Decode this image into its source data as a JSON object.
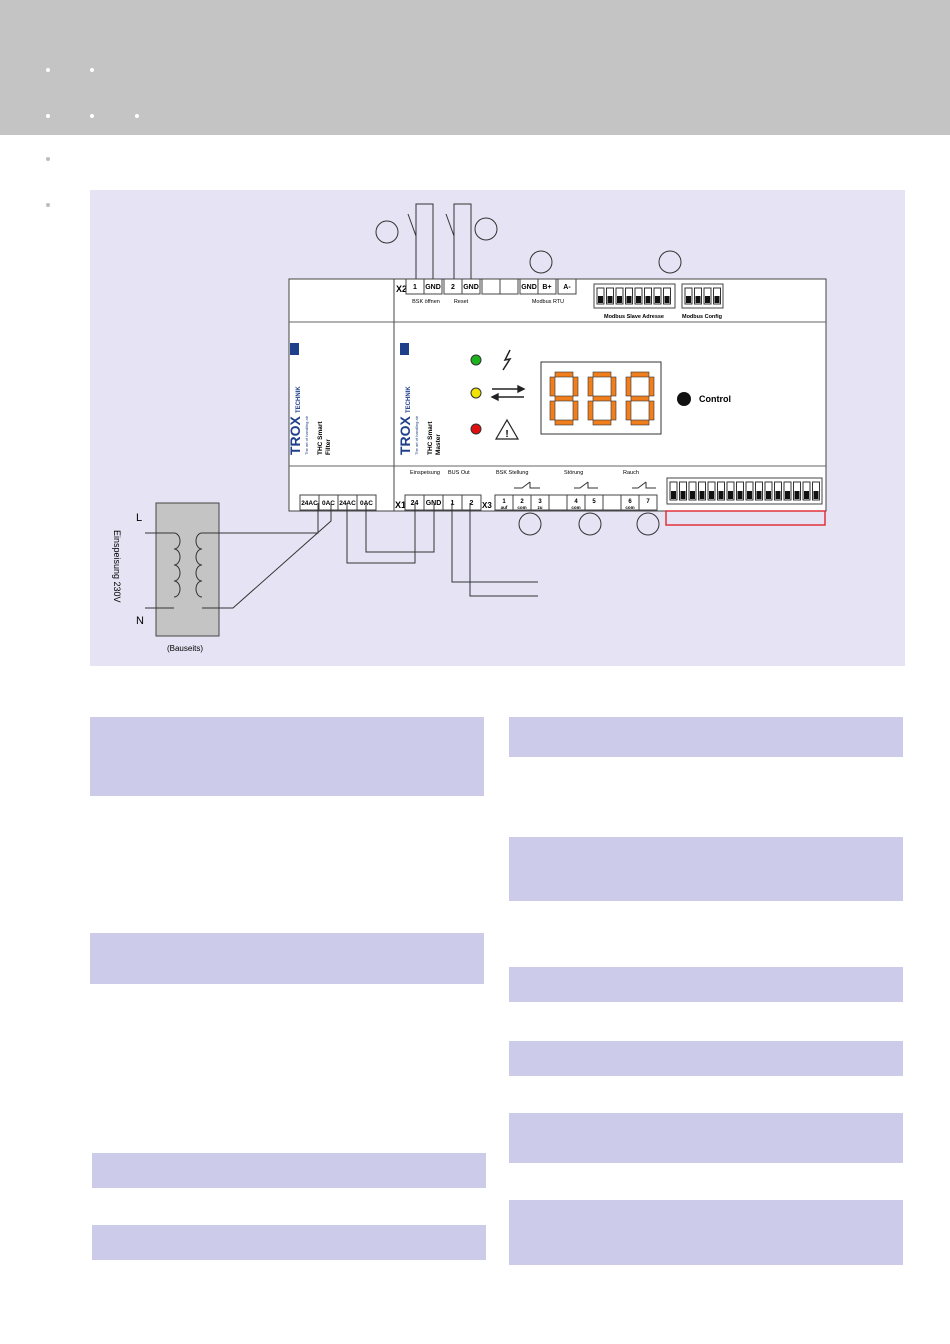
{
  "diagram": {
    "terminals_x2": [
      "1",
      "GND",
      "2",
      "GND",
      "",
      "",
      "GND",
      "B+",
      "A-"
    ],
    "block_x2": "X2",
    "label_bsk_oeffnen": "BSK öffnen",
    "label_reset": "Reset",
    "label_modbus_rtu": "Modbus RTU",
    "label_modbus_slave": "Modbus Slave Adresse",
    "label_modbus_config": "Modbus Config",
    "brand": "TROX",
    "brand_sub": "TECHNIK",
    "tagline": "The art of handling air",
    "module_filter_name": "THC Smart",
    "module_filter_type": "Filter",
    "module_master_name": "THC Smart",
    "module_master_type": "Master",
    "control_label": "Control",
    "display_value": "888",
    "label_einspeisung": "Einspeisung",
    "label_bus_out": "BUS Out",
    "label_bsk_stellung": "BSK Stellung",
    "label_stoerung": "Störung",
    "label_rauch": "Rauch",
    "block_x1": "X1",
    "block_x3": "X3",
    "terminals_x1": [
      "24",
      "GND",
      "1",
      "2"
    ],
    "terminals_filter": [
      "24AC",
      "0AC",
      "24AC",
      "0AC"
    ],
    "x3_terminals": [
      {
        "num": "1",
        "sub": "auf"
      },
      {
        "num": "2",
        "sub": "com"
      },
      {
        "num": "3",
        "sub": "zu"
      },
      {
        "num": "",
        "sub": ""
      },
      {
        "num": "4",
        "sub": "com"
      },
      {
        "num": "5",
        "sub": ""
      },
      {
        "num": "",
        "sub": ""
      },
      {
        "num": "6",
        "sub": "com"
      },
      {
        "num": "7",
        "sub": ""
      }
    ],
    "label_L": "L",
    "label_N": "N",
    "label_supply": "Einspeisung 230V",
    "label_bauseits": "(Bauseits)",
    "colors": {
      "led_green": "#1db31d",
      "led_yellow": "#f2e400",
      "led_red": "#e01010",
      "display_orange": "#f07e1c",
      "highlight_red": "#e0242c"
    }
  }
}
